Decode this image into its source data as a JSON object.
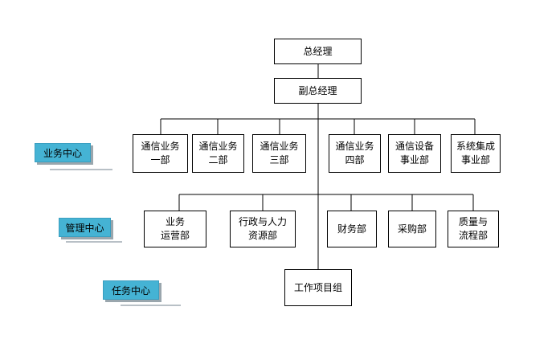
{
  "org_chart": {
    "top": "总经理",
    "deputy": "副总经理",
    "business_units": [
      "通信业务\n一部",
      "通信业务\n二部",
      "通信业务\n三部",
      "通信业务\n四部",
      "通信设备\n事业部",
      "系统集成\n事业部"
    ],
    "management_units": [
      "业务\n运营部",
      "行政与人力\n资源部",
      "财务部",
      "采购部",
      "质量与\n流程部"
    ],
    "task_unit": "工作项目组"
  },
  "centers": {
    "business": "业务中心",
    "management": "管理中心",
    "task": "任务中心"
  },
  "colors": {
    "tag_fill": "#45b3d4",
    "line": "#000000"
  }
}
